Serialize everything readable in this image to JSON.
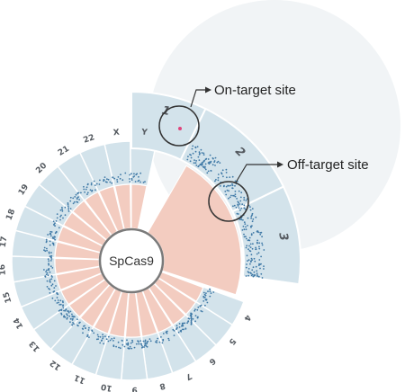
{
  "center_label": "SpCas9",
  "annotations": {
    "on_target": "On-target site",
    "off_target": "Off-target site"
  },
  "chromosomes": {
    "order": [
      "1",
      "2",
      "3",
      "4",
      "5",
      "6",
      "7",
      "8",
      "9",
      "10",
      "11",
      "12",
      "13",
      "14",
      "15",
      "16",
      "17",
      "18",
      "19",
      "20",
      "21",
      "22",
      "X",
      "Y"
    ],
    "zoomed": [
      "1",
      "2",
      "3"
    ]
  },
  "colors": {
    "ring": "#d3e3eb",
    "ring_stroke": "#ffffff",
    "magnifier": "#f1f4f6",
    "points": "#3f79a6",
    "fan": "#f3ccc0",
    "center_ring": "#7a7a7a",
    "on_target_point": "#e0447c"
  }
}
